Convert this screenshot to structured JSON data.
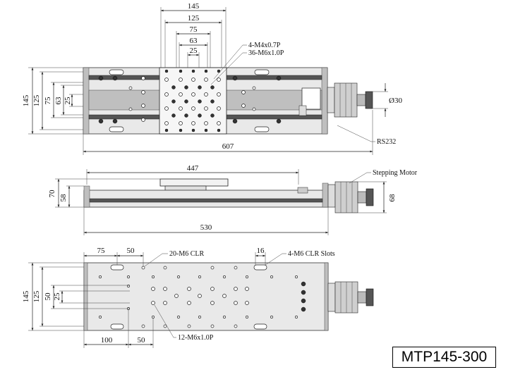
{
  "model": "MTP145-300",
  "top_view": {
    "dims": {
      "d145": "145",
      "d125": "125",
      "d75": "75",
      "d63": "63",
      "d25": "25",
      "left145": "145",
      "left125": "125",
      "left75": "75",
      "left63": "63",
      "left25": "25",
      "d607": "607",
      "dia30": "Ø30"
    },
    "callouts": {
      "m4": "4-M4x0.7P",
      "m6": "36-M6x1.0P",
      "rs232": "RS232"
    }
  },
  "side_view": {
    "dims": {
      "d447": "447",
      "d70": "70",
      "d58": "58",
      "d68": "68",
      "d530": "530"
    },
    "callouts": {
      "motor": "Stepping Motor"
    }
  },
  "bottom_view": {
    "dims": {
      "d75": "75",
      "d50": "50",
      "d16": "16",
      "d145": "145",
      "d125": "125",
      "d50v": "50",
      "d25": "25",
      "d100": "100",
      "d50b": "50"
    },
    "callouts": {
      "clr20": "20-M6 CLR",
      "slots": "4-M6 CLR Slots",
      "m6_12": "12-M6x1.0P"
    }
  }
}
